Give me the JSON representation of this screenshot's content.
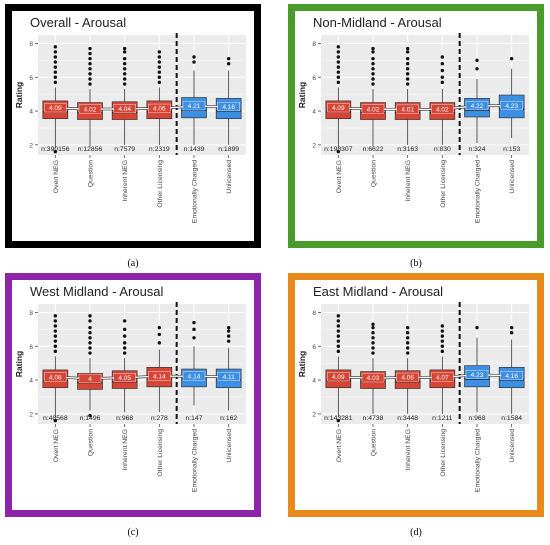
{
  "figure": {
    "colors": {
      "neg": "#d64535",
      "pos": "#3c8fe3",
      "grid": "#ffffff",
      "bg": "#ebebeb"
    },
    "category_labels": [
      "Overt NEG",
      "Question",
      "Inherent NEG",
      "Other Licensing",
      "Emotionally Charged",
      "Unlicensed"
    ]
  },
  "chart_data": [
    {
      "type": "box",
      "panel_label": "(a)",
      "title": "Overall - Arousal",
      "border_color": "#000000",
      "ylabel": "Rating",
      "ylim": [
        1.4,
        8.5
      ],
      "yticks": [
        2,
        4,
        6,
        8
      ],
      "categories": [
        "Overt NEG",
        "Question",
        "Inherent NEG",
        "Other Licensing",
        "Emotionally Charged",
        "Unlicensed"
      ],
      "means": [
        "4.09",
        "4.02",
        "4.04",
        "4.06",
        "4.21",
        "4.16"
      ],
      "counts": [
        "n:390156",
        "n:12856",
        "n:7579",
        "n:2319",
        "n:1439",
        "n:1899"
      ],
      "boxes": [
        {
          "q1": 3.55,
          "median": 3.95,
          "q3": 4.6,
          "lo": 1.8,
          "hi": 5.4,
          "outliers": [
            5.7,
            6.0,
            6.3,
            6.6,
            6.9,
            7.2,
            7.5,
            7.8
          ],
          "low_outliers": [
            1.6
          ]
        },
        {
          "q1": 3.5,
          "median": 3.9,
          "q3": 4.5,
          "lo": 1.9,
          "hi": 5.3,
          "outliers": [
            5.6,
            5.9,
            6.2,
            6.5,
            6.8,
            7.1,
            7.4,
            7.7
          ],
          "low_outliers": []
        },
        {
          "q1": 3.5,
          "median": 3.9,
          "q3": 4.55,
          "lo": 2.0,
          "hi": 5.3,
          "outliers": [
            5.6,
            5.9,
            6.2,
            6.5,
            6.8,
            7.1,
            7.5,
            7.7
          ],
          "low_outliers": []
        },
        {
          "q1": 3.55,
          "median": 3.95,
          "q3": 4.6,
          "lo": 2.0,
          "hi": 5.4,
          "outliers": [
            5.7,
            6.0,
            6.3,
            6.6,
            6.9,
            7.2,
            7.5
          ],
          "low_outliers": []
        },
        {
          "q1": 3.6,
          "median": 4.05,
          "q3": 4.8,
          "lo": 2.0,
          "hi": 6.4,
          "outliers": [
            6.9,
            7.2
          ],
          "low_outliers": []
        },
        {
          "q1": 3.55,
          "median": 4.0,
          "q3": 4.75,
          "lo": 2.0,
          "hi": 6.4,
          "outliers": [
            6.8,
            7.1
          ],
          "low_outliers": []
        }
      ]
    },
    {
      "type": "box",
      "panel_label": "(b)",
      "title": "Non-Midland - Arousal",
      "border_color": "#4a9a2c",
      "ylabel": "Rating",
      "ylim": [
        1.4,
        8.5
      ],
      "yticks": [
        2,
        4,
        6,
        8
      ],
      "categories": [
        "Overt NEG",
        "Question",
        "Inherent NEG",
        "Other Licensing",
        "Emotionally Charged",
        "Unlicensed"
      ],
      "means": [
        "4.09",
        "4.02",
        "4.01",
        "4.02",
        "4.22",
        "4.23"
      ],
      "counts": [
        "n:198307",
        "n:6622",
        "n:3163",
        "n:830",
        "n:324",
        "n:153"
      ],
      "boxes": [
        {
          "q1": 3.55,
          "median": 3.95,
          "q3": 4.6,
          "lo": 1.8,
          "hi": 5.4,
          "outliers": [
            5.7,
            6.0,
            6.3,
            6.6,
            6.9,
            7.2,
            7.5,
            7.8
          ],
          "low_outliers": [
            1.6
          ]
        },
        {
          "q1": 3.5,
          "median": 3.9,
          "q3": 4.5,
          "lo": 1.9,
          "hi": 5.3,
          "outliers": [
            5.6,
            5.9,
            6.2,
            6.5,
            6.8,
            7.1,
            7.5,
            7.7
          ],
          "low_outliers": []
        },
        {
          "q1": 3.5,
          "median": 3.9,
          "q3": 4.5,
          "lo": 2.0,
          "hi": 5.3,
          "outliers": [
            5.6,
            5.9,
            6.2,
            6.5,
            6.8,
            7.1,
            7.5,
            7.7
          ],
          "low_outliers": []
        },
        {
          "q1": 3.5,
          "median": 3.9,
          "q3": 4.5,
          "lo": 2.0,
          "hi": 5.3,
          "outliers": [
            5.7,
            6.0,
            6.4,
            6.8,
            7.2
          ],
          "low_outliers": []
        },
        {
          "q1": 3.65,
          "median": 4.05,
          "q3": 4.75,
          "lo": 2.1,
          "hi": 5.9,
          "outliers": [
            6.5,
            7.0
          ],
          "low_outliers": []
        },
        {
          "q1": 3.6,
          "median": 4.1,
          "q3": 4.95,
          "lo": 2.4,
          "hi": 6.5,
          "outliers": [
            7.1
          ],
          "low_outliers": []
        }
      ]
    },
    {
      "type": "box",
      "panel_label": "(c)",
      "title": "West Midland - Arousal",
      "border_color": "#8e24aa",
      "ylabel": "Rating",
      "ylim": [
        1.4,
        8.5
      ],
      "yticks": [
        2,
        4,
        6,
        8
      ],
      "categories": [
        "Overt NEG",
        "Question",
        "Inherent NEG",
        "Other Licensing",
        "Emotionally Charged",
        "Unlicensed"
      ],
      "means": [
        "4.08",
        "4",
        "4.05",
        "4.14",
        "4.14",
        "4.11"
      ],
      "counts": [
        "n:48568",
        "n:1496",
        "n:968",
        "n:278",
        "n:147",
        "n:162"
      ],
      "boxes": [
        {
          "q1": 3.55,
          "median": 3.95,
          "q3": 4.6,
          "lo": 1.8,
          "hi": 5.4,
          "outliers": [
            5.7,
            6.0,
            6.3,
            6.6,
            6.9,
            7.2,
            7.5,
            7.8
          ],
          "low_outliers": [
            1.6
          ]
        },
        {
          "q1": 3.45,
          "median": 3.85,
          "q3": 4.4,
          "lo": 2.2,
          "hi": 5.3,
          "outliers": [
            5.6,
            5.9,
            6.2,
            6.5,
            6.8,
            7.1,
            7.5,
            7.8
          ],
          "low_outliers": [
            1.9
          ]
        },
        {
          "q1": 3.5,
          "median": 3.9,
          "q3": 4.55,
          "lo": 2.1,
          "hi": 5.3,
          "outliers": [
            5.6,
            5.9,
            6.2,
            6.6,
            7.0,
            7.5
          ],
          "low_outliers": []
        },
        {
          "q1": 3.6,
          "median": 4.05,
          "q3": 4.75,
          "lo": 2.1,
          "hi": 5.8,
          "outliers": [
            6.2,
            6.7,
            7.1
          ],
          "low_outliers": []
        },
        {
          "q1": 3.6,
          "median": 4.05,
          "q3": 4.65,
          "lo": 2.5,
          "hi": 6.0,
          "outliers": [
            6.5,
            7.0,
            7.4
          ],
          "low_outliers": []
        },
        {
          "q1": 3.55,
          "median": 4.0,
          "q3": 4.65,
          "lo": 2.2,
          "hi": 5.9,
          "outliers": [
            6.3,
            6.6,
            6.9,
            7.1
          ],
          "low_outliers": []
        }
      ]
    },
    {
      "type": "box",
      "panel_label": "(d)",
      "title": "East Midland - Arousal",
      "border_color": "#e8891c",
      "ylabel": "Rating",
      "ylim": [
        1.4,
        8.5
      ],
      "yticks": [
        2,
        4,
        6,
        8
      ],
      "categories": [
        "Overt NEG",
        "Question",
        "Inherent NEG",
        "Other Licensing",
        "Emotionally Charged",
        "Unlicensed"
      ],
      "means": [
        "4.09",
        "4.03",
        "4.06",
        "4.07",
        "4.23",
        "4.16"
      ],
      "counts": [
        "n:143281",
        "n:4738",
        "n:3448",
        "n:1211",
        "n:968",
        "n:1584"
      ],
      "boxes": [
        {
          "q1": 3.55,
          "median": 3.95,
          "q3": 4.6,
          "lo": 1.8,
          "hi": 5.4,
          "outliers": [
            5.7,
            6.0,
            6.3,
            6.6,
            6.9,
            7.2,
            7.5,
            7.8
          ],
          "low_outliers": [
            1.6
          ]
        },
        {
          "q1": 3.5,
          "median": 3.9,
          "q3": 4.5,
          "lo": 2.0,
          "hi": 5.3,
          "outliers": [
            5.6,
            5.9,
            6.2,
            6.5,
            6.8,
            7.1,
            7.3
          ],
          "low_outliers": []
        },
        {
          "q1": 3.5,
          "median": 3.9,
          "q3": 4.55,
          "lo": 2.0,
          "hi": 5.3,
          "outliers": [
            5.6,
            5.9,
            6.2,
            6.5,
            6.8,
            7.1
          ],
          "low_outliers": []
        },
        {
          "q1": 3.55,
          "median": 3.95,
          "q3": 4.6,
          "lo": 2.0,
          "hi": 5.4,
          "outliers": [
            5.7,
            6.0,
            6.3,
            6.6,
            6.9,
            7.2
          ],
          "low_outliers": []
        },
        {
          "q1": 3.6,
          "median": 4.05,
          "q3": 4.85,
          "lo": 2.1,
          "hi": 6.5,
          "outliers": [
            7.1
          ],
          "low_outliers": []
        },
        {
          "q1": 3.55,
          "median": 4.0,
          "q3": 4.75,
          "lo": 2.0,
          "hi": 6.4,
          "outliers": [
            6.8,
            7.1
          ],
          "low_outliers": []
        }
      ]
    }
  ]
}
